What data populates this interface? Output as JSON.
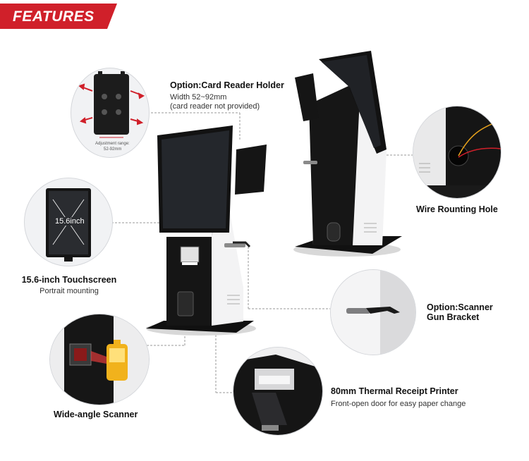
{
  "banner": {
    "label": "FEATURES",
    "color": "#d0202a"
  },
  "callouts": {
    "card_reader": {
      "title": "Option:Card Reader Holder",
      "line1": "Width 52~92mm",
      "line2": "(card reader not provided)",
      "adj_label": "Adjustment range:",
      "adj_value": "52-92mm"
    },
    "touchscreen": {
      "title": "15.6-inch Touchscreen",
      "line1": "Portrait mounting",
      "screen_label": "15.6inch"
    },
    "scanner": {
      "title": "Wide-angle Scanner"
    },
    "wire_hole": {
      "title": "Wire Rounting Hole"
    },
    "gun_bracket": {
      "title_line1": "Option:Scanner",
      "title_line2": "Gun Bracket"
    },
    "printer": {
      "title": "80mm Thermal Receipt Printer",
      "line1": "Front-open door for easy paper change"
    }
  },
  "icons": [
    "card-reader-holder-image",
    "touchscreen-image",
    "scanner-image",
    "wire-hole-image",
    "gun-bracket-image",
    "printer-image",
    "kiosk-front-image",
    "kiosk-back-image"
  ]
}
